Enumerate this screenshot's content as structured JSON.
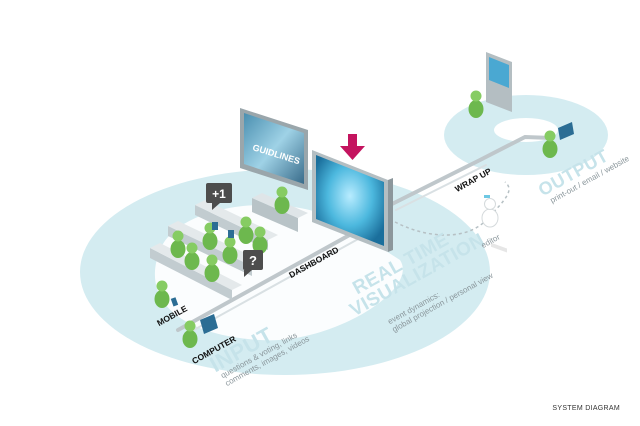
{
  "diagram": {
    "input": {
      "title": "INPUT",
      "details": [
        "questions & voting, links",
        "comments, images, videos"
      ]
    },
    "realtime": {
      "title_line1": "REAL TIME",
      "title_line2": "VISUALIZATION",
      "details": [
        "event dynamics:",
        "global projection / personal view"
      ]
    },
    "output": {
      "title": "OUTPUT",
      "details": [
        "print-out / email / website"
      ]
    },
    "labels": {
      "dashboard": "DASHBOARD",
      "mobile": "MOBILE",
      "computer": "COMPUTER",
      "wrapup": "WRAP UP",
      "editor": "editor",
      "plus_one": "+1",
      "question": "?",
      "screen_text": "GUIDLINES"
    },
    "caption": "SYSTEM DIAGRAM",
    "colors": {
      "platform": "#d4ecf1",
      "figure": "#7cc35a",
      "figure_dark": "#5ea33f",
      "arrow": "#c4145f",
      "screen": "#6ec8e3",
      "label_big": "#c6e3ea"
    }
  }
}
